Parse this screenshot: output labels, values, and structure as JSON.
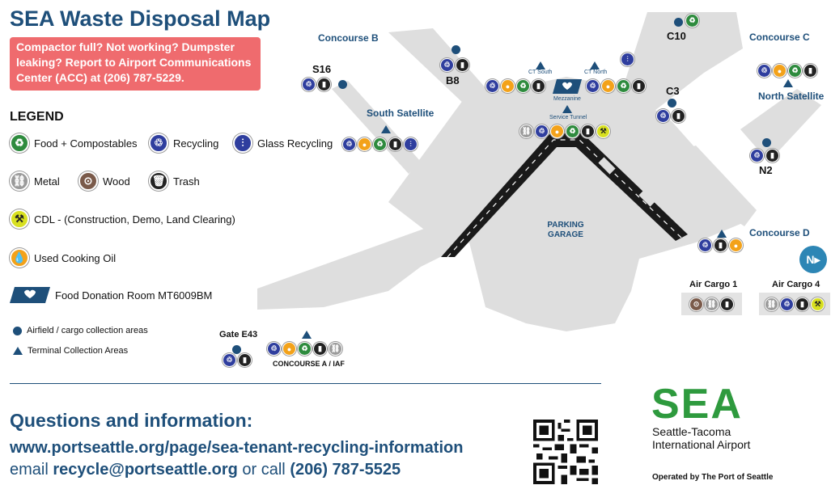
{
  "title": "SEA Waste Disposal Map",
  "alert": {
    "line1": "Compactor full? Not working? Dumpster leaking? Report to Airport Communications Center (ACC) at ",
    "phone": "(206) 787-5229",
    "end": "."
  },
  "legend": {
    "title": "LEGEND",
    "food": "Food + Compostables",
    "recycling": "Recycling",
    "glass": "Glass Recycling",
    "metal": "Metal",
    "wood": "Wood",
    "trash": "Trash",
    "cdl": "CDL - (Construction, Demo, Land Clearing)",
    "oil": "Used Cooking Oil",
    "donation": "Food Donation Room MT6009BM",
    "airfield": "Airfield / cargo collection areas",
    "terminal": "Terminal Collection Areas"
  },
  "map_labels": {
    "concourse_b": "Concourse B",
    "concourse_c": "Concourse C",
    "concourse_d": "Concourse D",
    "concourse_a": "CONCOURSE A / IAF",
    "south_satellite": "South Satellite",
    "north_satellite": "North Satellite",
    "s16": "S16",
    "b8": "B8",
    "c10": "C10",
    "c3": "C3",
    "n2": "N2",
    "gate_e43": "Gate E43",
    "ct_south": "CT South",
    "ct_north": "CT North",
    "mezzanine": "Mezzanine",
    "service_tunnel": "Service Tunnel",
    "parking_garage": "PARKING GARAGE",
    "air_cargo_1": "Air Cargo 1",
    "air_cargo_4": "Air Cargo 4",
    "north_arrow": "N"
  },
  "footer": {
    "questions": "Questions and information:",
    "url": "www.portseattle.org/page/sea-tenant-recycling-information",
    "email_prefix": "email ",
    "email": "recycle@portseattle.org",
    "call": " or call ",
    "phone": "(206) 787-5525"
  },
  "logo": {
    "sea": "SEA",
    "name": "Seattle-Tacoma International Airport",
    "operated": "Operated by The Port of Seattle"
  },
  "colors": {
    "brand_blue": "#1e4f7a",
    "alert_red": "#ef6b6e",
    "food_green": "#2e8b3e",
    "recycle_blue": "#2f3e9e",
    "oil_orange": "#f3a21a",
    "cdl_yellow": "#d8e021",
    "sea_green": "#2e9a3e"
  }
}
